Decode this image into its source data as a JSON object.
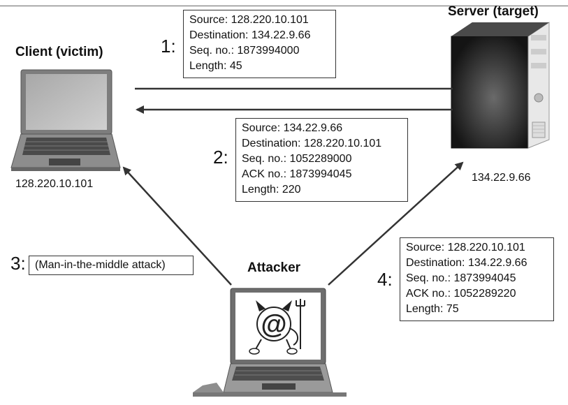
{
  "client": {
    "title": "Client (victim)",
    "ip": "128.220.10.101"
  },
  "server": {
    "title": "Server (target)",
    "ip": "134.22.9.66"
  },
  "attacker": {
    "title": "Attacker",
    "icon": "devil-at-sign-icon"
  },
  "packets": [
    {
      "step": "1:",
      "lines": [
        "Source: 128.220.10.101",
        "Destination: 134.22.9.66",
        "Seq. no.: 1873994000",
        "Length: 45"
      ]
    },
    {
      "step": "2:",
      "lines": [
        "Source: 134.22.9.66",
        "Destination: 128.220.10.101",
        "Seq. no.: 1052289000",
        "ACK no.: 1873994045",
        "Length: 220"
      ]
    },
    {
      "step": "3:",
      "lines": [
        "(Man-in-the-middle attack)"
      ]
    },
    {
      "step": "4:",
      "lines": [
        "Source: 128.220.10.101",
        "Destination: 134.22.9.66",
        "Seq. no.: 1873994045",
        "ACK no.: 1052289220",
        "Length: 75"
      ]
    }
  ]
}
